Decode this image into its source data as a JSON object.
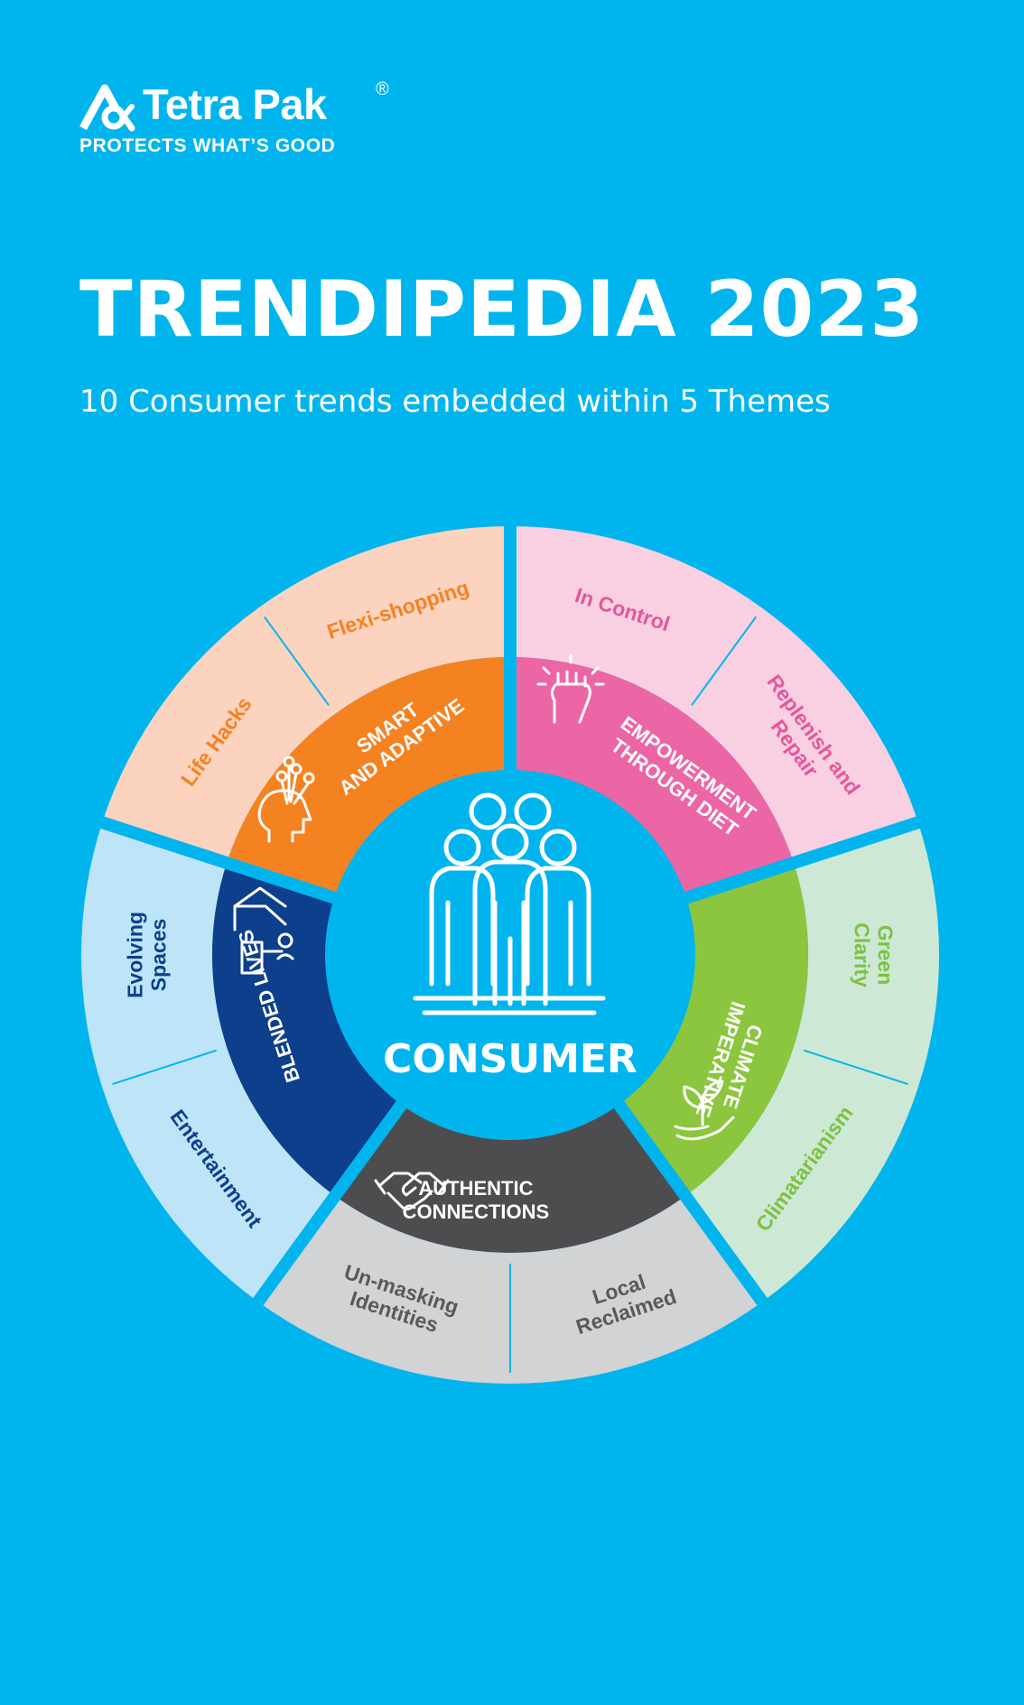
{
  "brand": {
    "name": "Tetra Pak",
    "registered": "®",
    "tagline": "PROTECTS WHAT’S GOOD"
  },
  "header": {
    "title": "TRENDIPEDIA 2023",
    "subtitle": "10 Consumer trends embedded within 5 Themes"
  },
  "wheel": {
    "center_label": "CONSUMER",
    "themes": [
      {
        "key": "smart",
        "label_lines": [
          "SMART",
          "AND ADAPTIVE"
        ],
        "inner_color": "#F58220",
        "outer_color": "#FBD3BF",
        "text_color": "#F58220",
        "icon": "head-network-icon",
        "trends": [
          "Life Hacks",
          "Flexi-shopping"
        ]
      },
      {
        "key": "empowerment",
        "label_lines": [
          "EMPOWERMENT",
          "THROUGH DIET"
        ],
        "inner_color": "#EC66A5",
        "outer_color": "#F8D0E2",
        "text_color": "#E5569A",
        "icon": "raised-fist-icon",
        "trends": [
          "In Control",
          "Replenish and Repair"
        ]
      },
      {
        "key": "climate",
        "label_lines": [
          "CLIMATE",
          "IMPERATIVE"
        ],
        "inner_color": "#8CC63F",
        "outer_color": "#CDE8D4",
        "text_color": "#7DC142",
        "icon": "hand-plant-icon",
        "trends": [
          "Green Clarity",
          "Climatarianism"
        ]
      },
      {
        "key": "authentic",
        "label_lines": [
          "AUTHENTIC",
          "CONNECTIONS"
        ],
        "inner_color": "#4D4D4F",
        "outer_color": "#D1D3D4",
        "text_color": "#58595B",
        "icon": "handshake-icon",
        "trends": [
          "Local Reclaimed",
          "Un-masking Identities"
        ]
      },
      {
        "key": "blended",
        "label_lines": [
          "BLENDED LIVES"
        ],
        "inner_color": "#0D3F8C",
        "outer_color": "#BEE4F8",
        "text_color": "#0D3F8C",
        "icon": "home-office-icon",
        "trends": [
          "Entertainment",
          "Evolving Spaces"
        ]
      }
    ]
  },
  "colors": {
    "background": "#00B5EE",
    "white": "#FFFFFF",
    "divider": "#00B5EE"
  }
}
